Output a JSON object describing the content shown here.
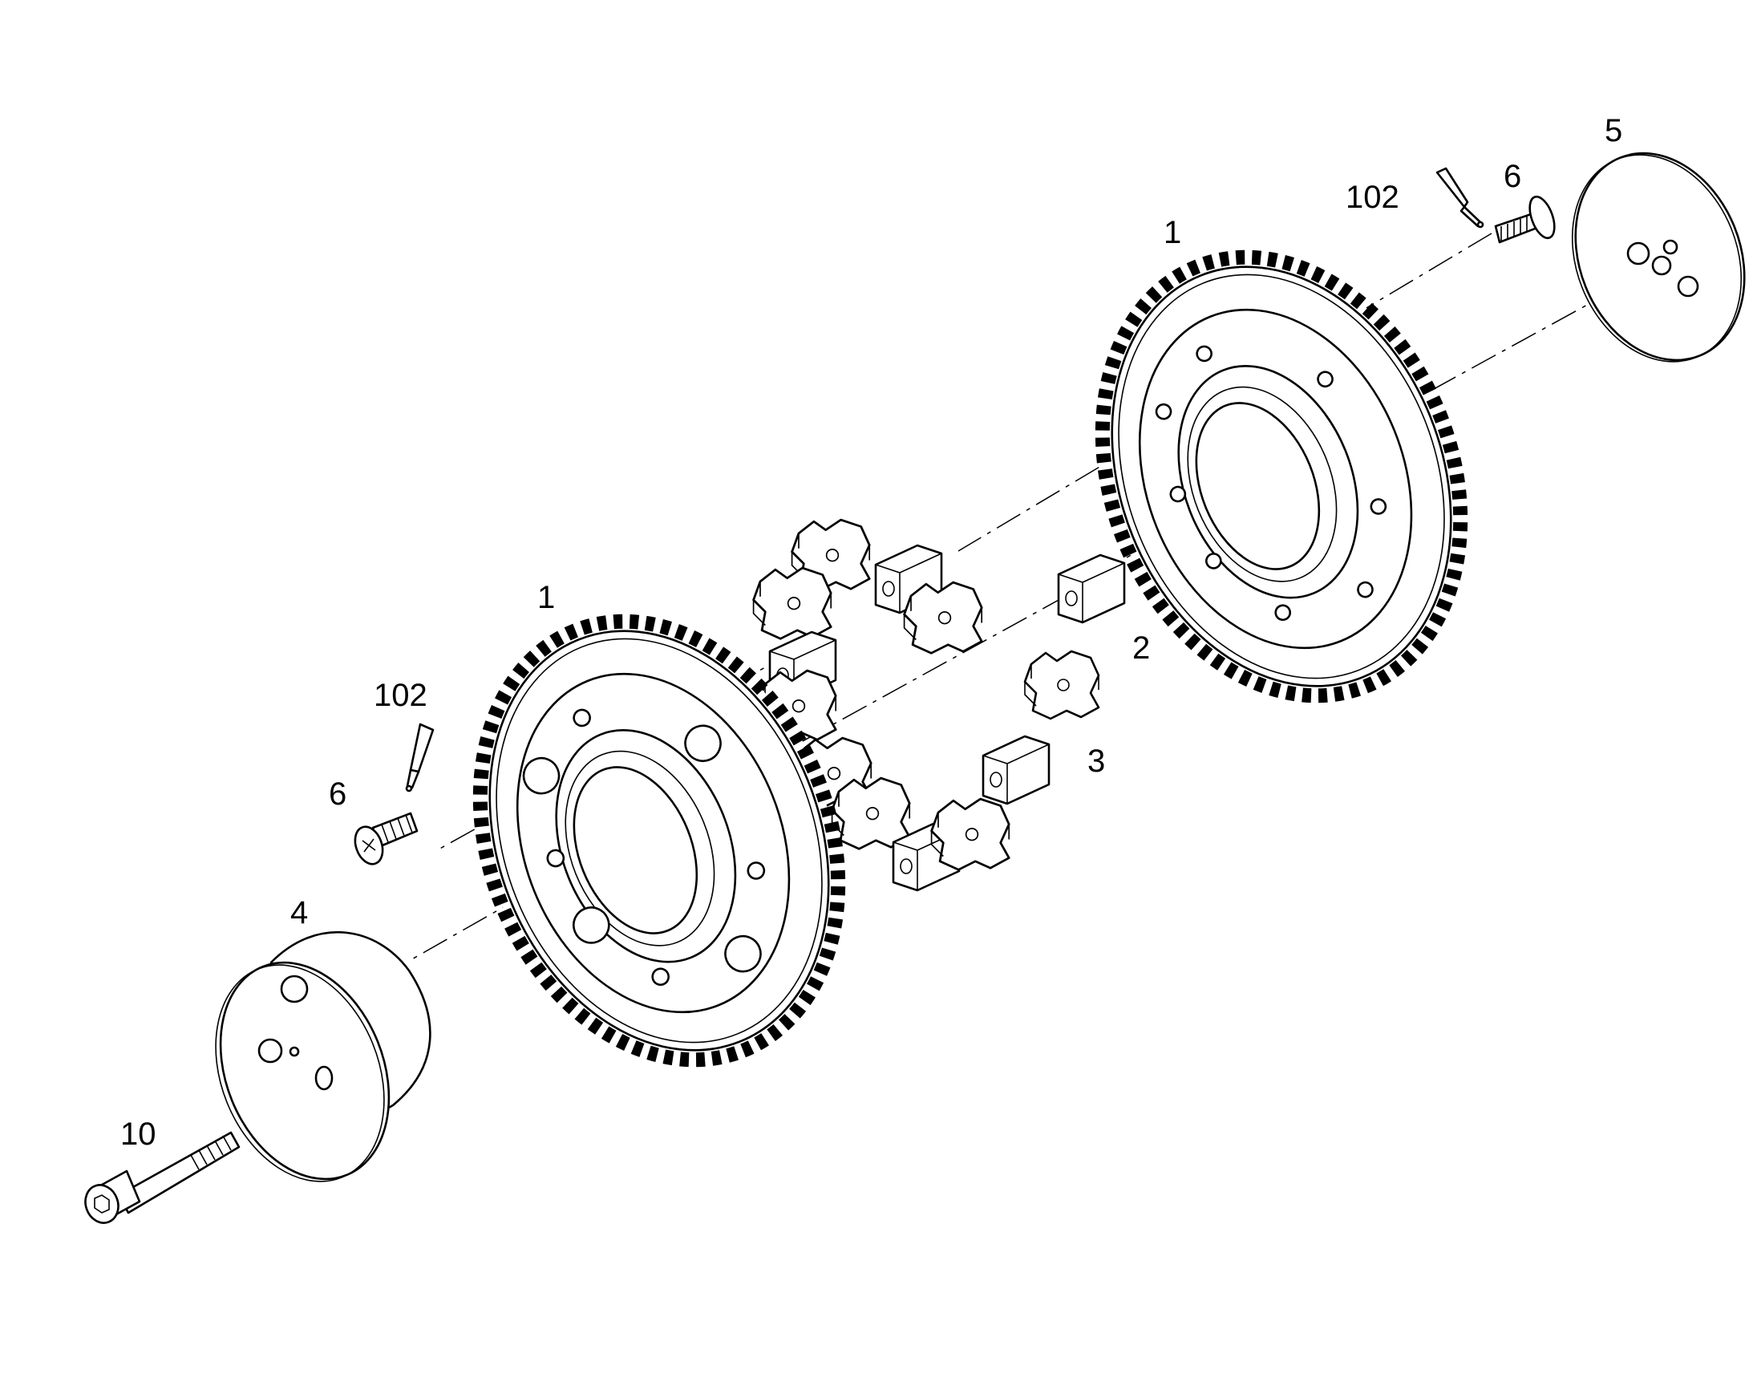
{
  "callouts": {
    "gear_front": "1",
    "gear_back": "1",
    "element_block": "2",
    "element_cross": "3",
    "hub_cap": "4",
    "end_disc": "5",
    "screw_front": "6",
    "screw_back": "6",
    "sealant_front": "102",
    "sealant_back": "102",
    "cap_bolt": "10"
  },
  "colors": {
    "line": "#000000",
    "background": "#ffffff"
  },
  "icons": [
    "spur-gear",
    "elastic-coupling-element",
    "countersunk-screw",
    "cap-screw",
    "thread-lock-applicator"
  ]
}
